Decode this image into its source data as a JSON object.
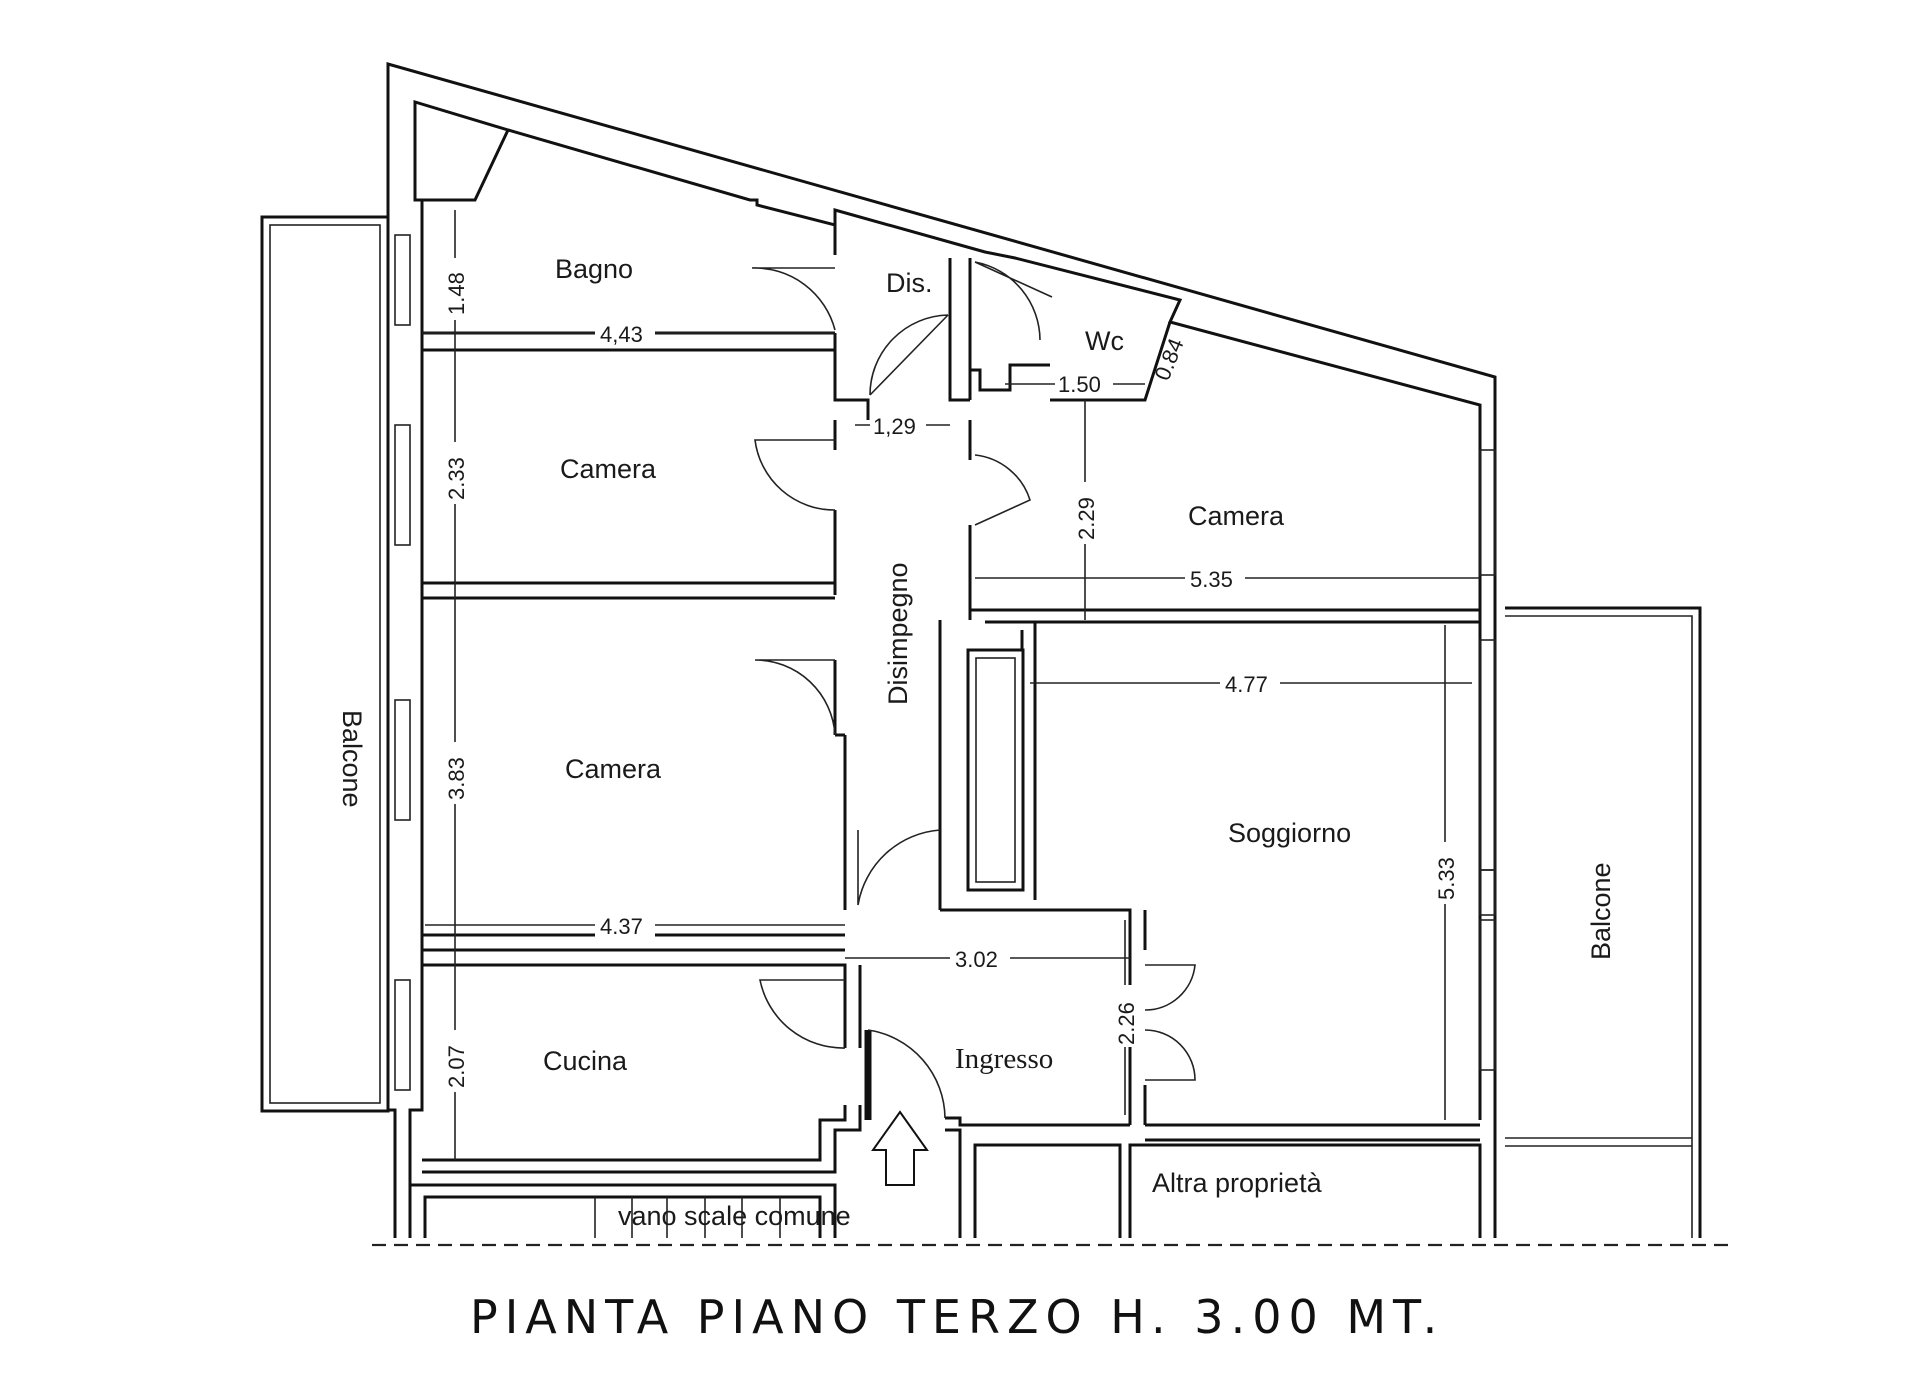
{
  "title": "PIANTA PIANO TERZO H. 3.00 MT.",
  "rooms": {
    "bagno": "Bagno",
    "dis": "Dis.",
    "wc": "Wc",
    "camera_top": "Camera",
    "camera_right": "Camera",
    "camera_mid": "Camera",
    "disimpegno": "Disimpegno",
    "soggiorno": "Soggiorno",
    "cucina": "Cucina",
    "ingresso": "Ingresso",
    "balcone_left": "Balcone",
    "balcone_right": "Balcone",
    "altra": "Altra proprietà",
    "scale": "vano scale comune"
  },
  "dims": {
    "d148": "1.48",
    "d443": "4,43",
    "d150": "1.50",
    "d084": "0.84",
    "d129": "1,29",
    "d233": "2.33",
    "d229": "2.29",
    "d535": "5.35",
    "d477": "4.77",
    "d383": "3.83",
    "d533": "5.33",
    "d437": "4.37",
    "d302": "3.02",
    "d226": "2.26",
    "d207": "2.07"
  }
}
